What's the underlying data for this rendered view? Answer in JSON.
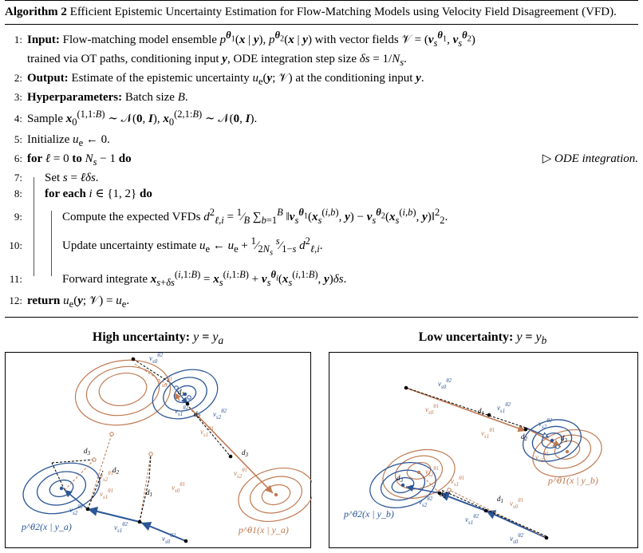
{
  "algorithm": {
    "number": "Algorithm 2",
    "title": "Efficient Epistemic Uncertainty Estimation for Flow-Matching Models using Velocity Field Disagreement (VFD).",
    "lines": [
      {
        "n": "1:",
        "kw": "Input:",
        "text": "Flow-matching model ensemble p^θ1(x | y), p^θ2(x | y) with vector fields 𝒱 = (v_s^θ1, v_s^θ2)"
      },
      {
        "n": "",
        "kw": "",
        "text": "trained via OT paths, conditioning input y, ODE integration step size δs = 1/N_s."
      },
      {
        "n": "2:",
        "kw": "Output:",
        "text": "Estimate of the epistemic uncertainty u_e(y; 𝒱) at the conditioning input y."
      },
      {
        "n": "3:",
        "kw": "Hyperparameters:",
        "text": "Batch size B."
      },
      {
        "n": "4:",
        "kw": "",
        "text": "Sample x_0^(1,1:B) ∼ 𝒩(0, I), x_0^(2,1:B) ∼ 𝒩(0, I)."
      },
      {
        "n": "5:",
        "kw": "",
        "text": "Initialize u_e ← 0."
      },
      {
        "n": "6:",
        "kw": "for",
        "text": "ℓ = 0 to N_s − 1 do"
      },
      {
        "n": "7:",
        "kw": "",
        "text": "Set s = ℓδs."
      },
      {
        "n": "8:",
        "kw": "for each",
        "text": "i ∈ {1, 2} do"
      },
      {
        "n": "9:",
        "kw": "",
        "text": "Compute the expected VFDs d²_ℓ,i = (1/B) Σ_{b=1}^{B} ‖v_s^θ1(x_s^(i,b), y) − v_s^θ2(x_s^(i,b), y)‖²₂."
      },
      {
        "n": "10:",
        "kw": "",
        "text": "Update uncertainty estimate u_e ← u_e + (1/2N_s)(s/(1−s)) d²_ℓ,i."
      },
      {
        "n": "11:",
        "kw": "",
        "text": "Forward integrate x_{s+δs}^(i,1:B) = x_s^(i,1:B) + v_s^θi(x_s^(i,1:B), y) δs."
      },
      {
        "n": "12:",
        "kw": "return",
        "text": "u_e(y; 𝒱) = u_e."
      }
    ],
    "comment": "▷ ODE integration."
  },
  "figure": {
    "left_title": "High uncertainty:",
    "left_title_math": "y = y_a",
    "right_title": "Low uncertainty:",
    "right_title_math": "y = y_b",
    "colors": {
      "blue": "#2b5597",
      "orange": "#c07a52",
      "black": "#000000"
    },
    "left_labels": {
      "p_blue": "p^θ2(x | y_a)",
      "p_orange": "p^θ1(x | y_a)",
      "d": [
        "d1",
        "d2",
        "d3"
      ],
      "v": [
        "v^θ2_s0",
        "v^θ1_s0",
        "v^θ2_s1",
        "v^θ1_s1",
        "v^θ2_s2",
        "v^θ1_s2"
      ]
    },
    "right_labels": {
      "p_blue": "p^θ2(x | y_b)",
      "p_orange": "p^θ1(x | y_b)",
      "d": [
        "d1",
        "d2",
        "d3"
      ],
      "v": [
        "v^θ2_s0",
        "v^θ1_s0",
        "v^θ2_s1",
        "v^θ1_s1",
        "v^θ2_s2",
        "v^θ1_s2"
      ]
    }
  }
}
